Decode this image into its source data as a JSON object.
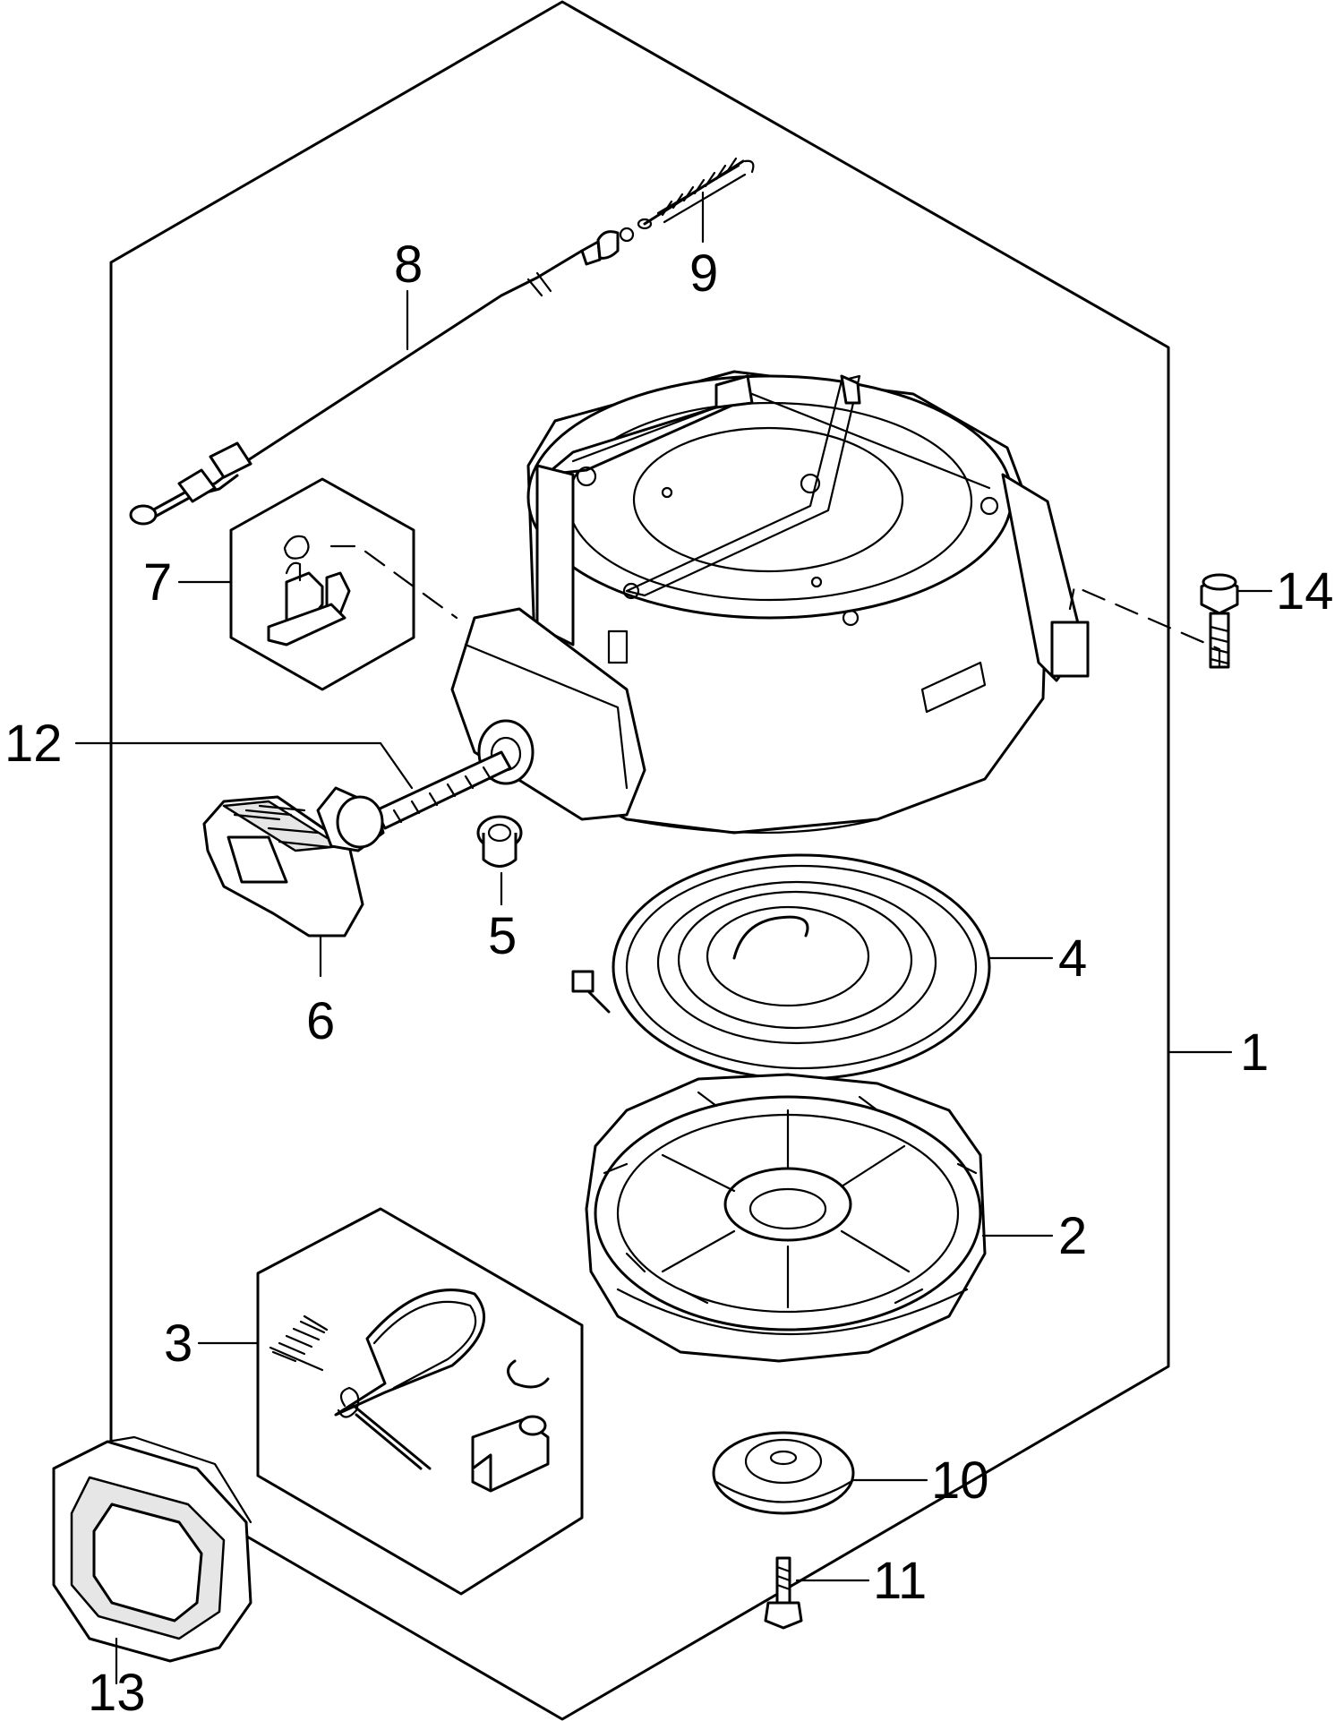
{
  "callouts": [
    {
      "id": "1",
      "label": "1"
    },
    {
      "id": "2",
      "label": "2"
    },
    {
      "id": "3",
      "label": "3"
    },
    {
      "id": "4",
      "label": "4"
    },
    {
      "id": "5",
      "label": "5"
    },
    {
      "id": "6",
      "label": "6"
    },
    {
      "id": "7",
      "label": "7"
    },
    {
      "id": "8",
      "label": "8"
    },
    {
      "id": "9",
      "label": "9"
    },
    {
      "id": "10",
      "label": "10"
    },
    {
      "id": "11",
      "label": "11"
    },
    {
      "id": "12",
      "label": "12"
    },
    {
      "id": "13",
      "label": "13"
    },
    {
      "id": "14",
      "label": "14"
    }
  ],
  "icons": {
    "boundary": "assembly-boundary-hexagon",
    "parts": [
      "recoil-starter-case",
      "pulley",
      "pawl-kit",
      "rewind-spring",
      "bushing",
      "starter-handle",
      "lock-kit",
      "cable",
      "spring",
      "plate",
      "bolt",
      "rope",
      "grommet",
      "bolt"
    ]
  }
}
